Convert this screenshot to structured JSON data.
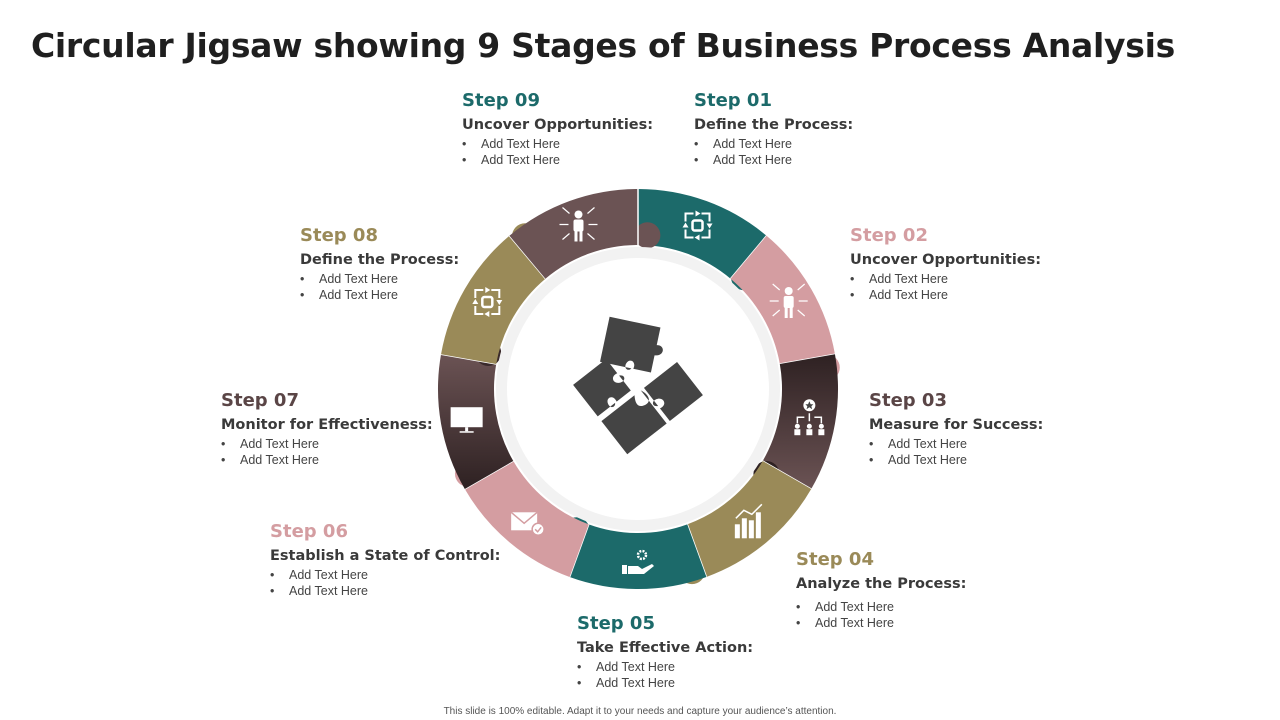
{
  "title": "Circular Jigsaw showing 9 Stages of Business Process Analysis",
  "colors": {
    "teal": "#1c6a6a",
    "pink": "#d49da1",
    "dark_brown": "#3d2b2c",
    "olive": "#9a8a58",
    "mauve": "#6b5354",
    "center_icon": "#444444"
  },
  "steps": [
    {
      "label": "Step 01",
      "heading": "Define the Process:",
      "bullets": [
        "Add Text Here",
        "Add Text Here"
      ],
      "color": "#1c6a6a",
      "icon": "process-cycle-icon"
    },
    {
      "label": "Step 02",
      "heading": "Uncover Opportunities:",
      "bullets": [
        "Add Text Here",
        "Add Text Here"
      ],
      "color": "#d49da1",
      "icon": "person-arrows-icon"
    },
    {
      "label": "Step 03",
      "heading": "Measure for Success:",
      "bullets": [
        "Add Text Here",
        "Add Text Here"
      ],
      "color": "#6b5354",
      "icon": "team-star-icon"
    },
    {
      "label": "Step 04",
      "heading": "Analyze the Process:",
      "bullets": [
        "Add Text Here",
        "Add Text Here"
      ],
      "color": "#9a8a58",
      "icon": "bar-chart-icon"
    },
    {
      "label": "Step 05",
      "heading": "Take Effective  Action:",
      "bullets": [
        "Add Text Here",
        "Add Text Here"
      ],
      "color": "#1c6a6a",
      "icon": "hand-gear-icon"
    },
    {
      "label": "Step 06",
      "heading": "Establish a State of Control:",
      "bullets": [
        "Add Text Here",
        "Add Text Here"
      ],
      "color": "#d49da1",
      "icon": "envelope-check-icon"
    },
    {
      "label": "Step 07",
      "heading": "Monitor for Effectiveness:",
      "bullets": [
        "Add Text Here",
        "Add Text Here"
      ],
      "color": "#6b5354",
      "icon": "monitor-icon"
    },
    {
      "label": "Step 08",
      "heading": "Define the Process:",
      "bullets": [
        "Add Text Here",
        "Add Text Here"
      ],
      "color": "#9a8a58",
      "icon": "process-cycle-icon"
    },
    {
      "label": "Step 09",
      "heading": "Uncover Opportunities:",
      "bullets": [
        "Add Text Here",
        "Add Text Here"
      ],
      "color": "#1c6a6a",
      "icon": "person-arrows-icon"
    }
  ],
  "center_icon": "jigsaw-puzzle-icon",
  "footer": "This slide is 100% editable.  Adapt it to your needs and capture your audience’s attention."
}
